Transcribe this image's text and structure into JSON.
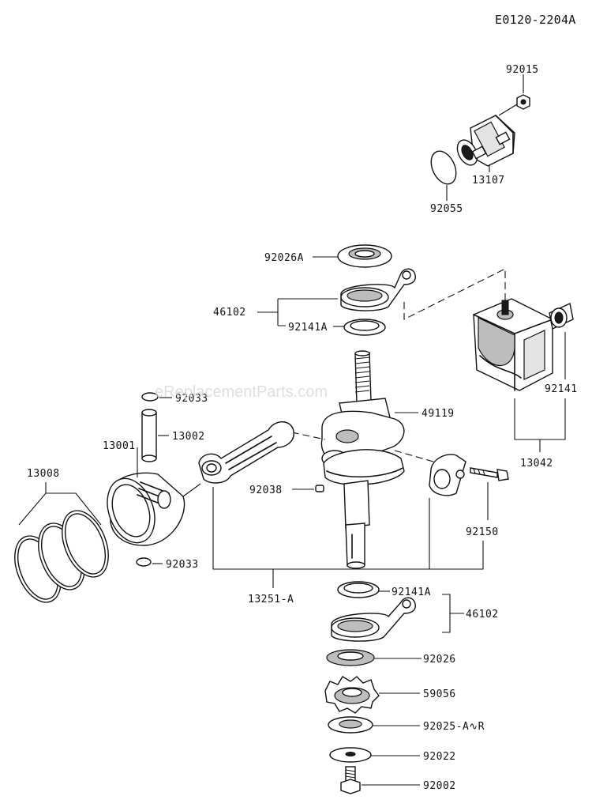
{
  "diagram_code": "E0120-2204A",
  "watermark": "eReplacementParts.com",
  "parts": {
    "p92015": "92015",
    "p13107": "13107",
    "p92055": "92055",
    "p92026A": "92026A",
    "p46102_top": "46102",
    "p92141A_top": "92141A",
    "p92141_right": "92141",
    "p13042": "13042",
    "p92033_top": "92033",
    "p13002": "13002",
    "p13001": "13001",
    "p13008": "13008",
    "p49119": "49119",
    "p92038": "92038",
    "p92150": "92150",
    "p92033_bottom": "92033",
    "p13251A": "13251-A",
    "p92141A_bottom": "92141A",
    "p46102_bottom": "46102",
    "p92026": "92026",
    "p59056": "59056",
    "p92025": "92025-A∿R",
    "p92022": "92022",
    "p92002": "92002"
  }
}
